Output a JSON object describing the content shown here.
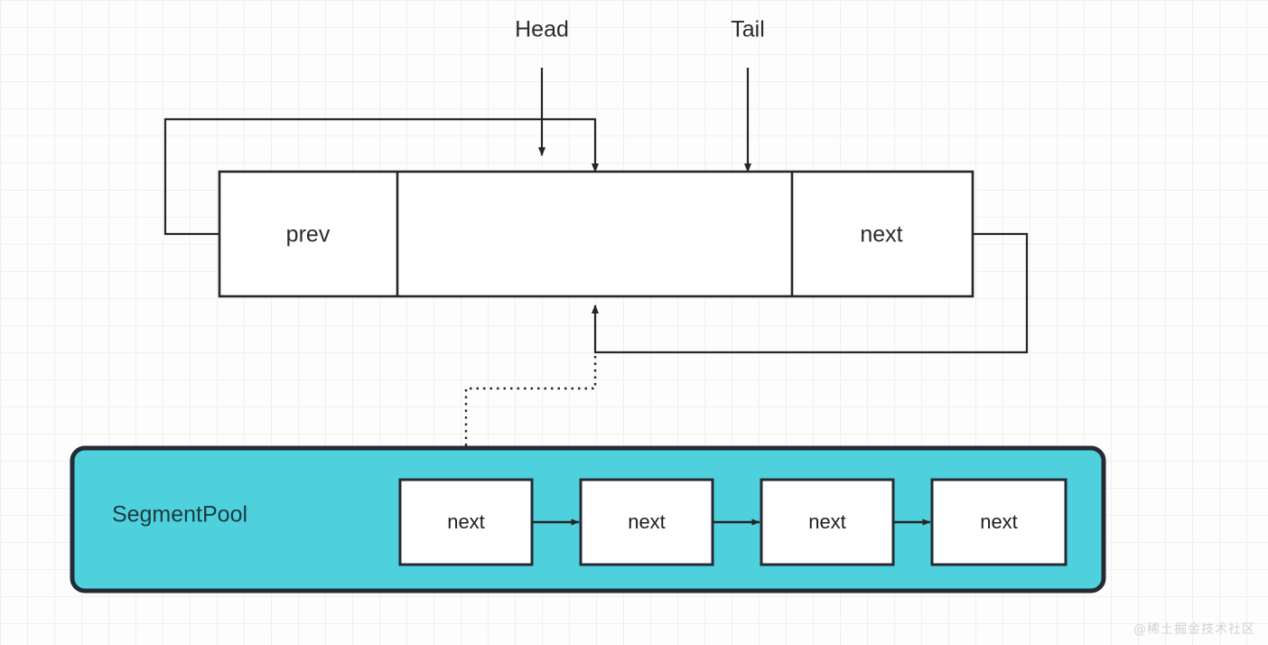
{
  "diagram": {
    "title_labels": {
      "head": "Head",
      "tail": "Tail"
    },
    "node": {
      "prev_label": "prev",
      "middle_label": "",
      "next_label": "next"
    },
    "pool": {
      "title": "SegmentPool",
      "cells": [
        {
          "label": "next"
        },
        {
          "label": "next"
        },
        {
          "label": "next"
        },
        {
          "label": "next"
        }
      ]
    },
    "watermark": "@稀土掘金技术社区",
    "colors": {
      "pool_fill": "#4fd1dd",
      "pool_border": "#252b35",
      "stroke": "#262626",
      "text": "#2b2b2b",
      "grid": "#f0f0f0",
      "background": "#fdfdfd",
      "watermark": "#d2d2d2"
    }
  }
}
